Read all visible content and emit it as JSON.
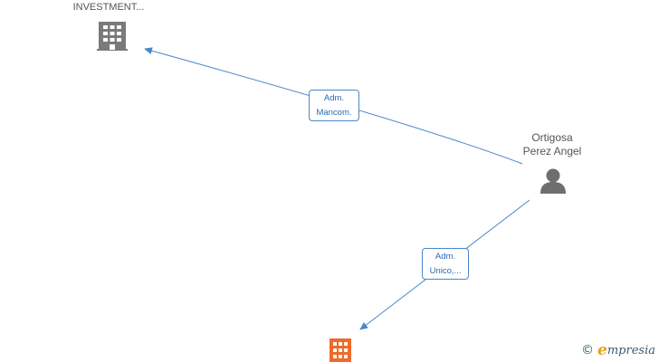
{
  "nodes": {
    "company_top": {
      "label": "INVESTMENT...",
      "icon": "building-icon",
      "color": "#7a7a7a"
    },
    "person": {
      "label_line1": "Ortigosa",
      "label_line2": "Perez Angel",
      "icon": "person-icon",
      "color": "#6e6e6e"
    },
    "company_bottom": {
      "label": "",
      "icon": "building-icon",
      "color": "#f06a2a"
    }
  },
  "edges": [
    {
      "from": "person",
      "to": "company_top",
      "label_line1": "Adm.",
      "label_line2": "Mancom."
    },
    {
      "from": "person",
      "to": "company_bottom",
      "label_line1": "Adm.",
      "label_line2": "Unico,..."
    }
  ],
  "colors": {
    "edge": "#4a86c8",
    "edge_text": "#2a6ab5"
  },
  "watermark": {
    "copyright": "©",
    "brand_initial": "e",
    "brand_rest": "mpresia"
  }
}
